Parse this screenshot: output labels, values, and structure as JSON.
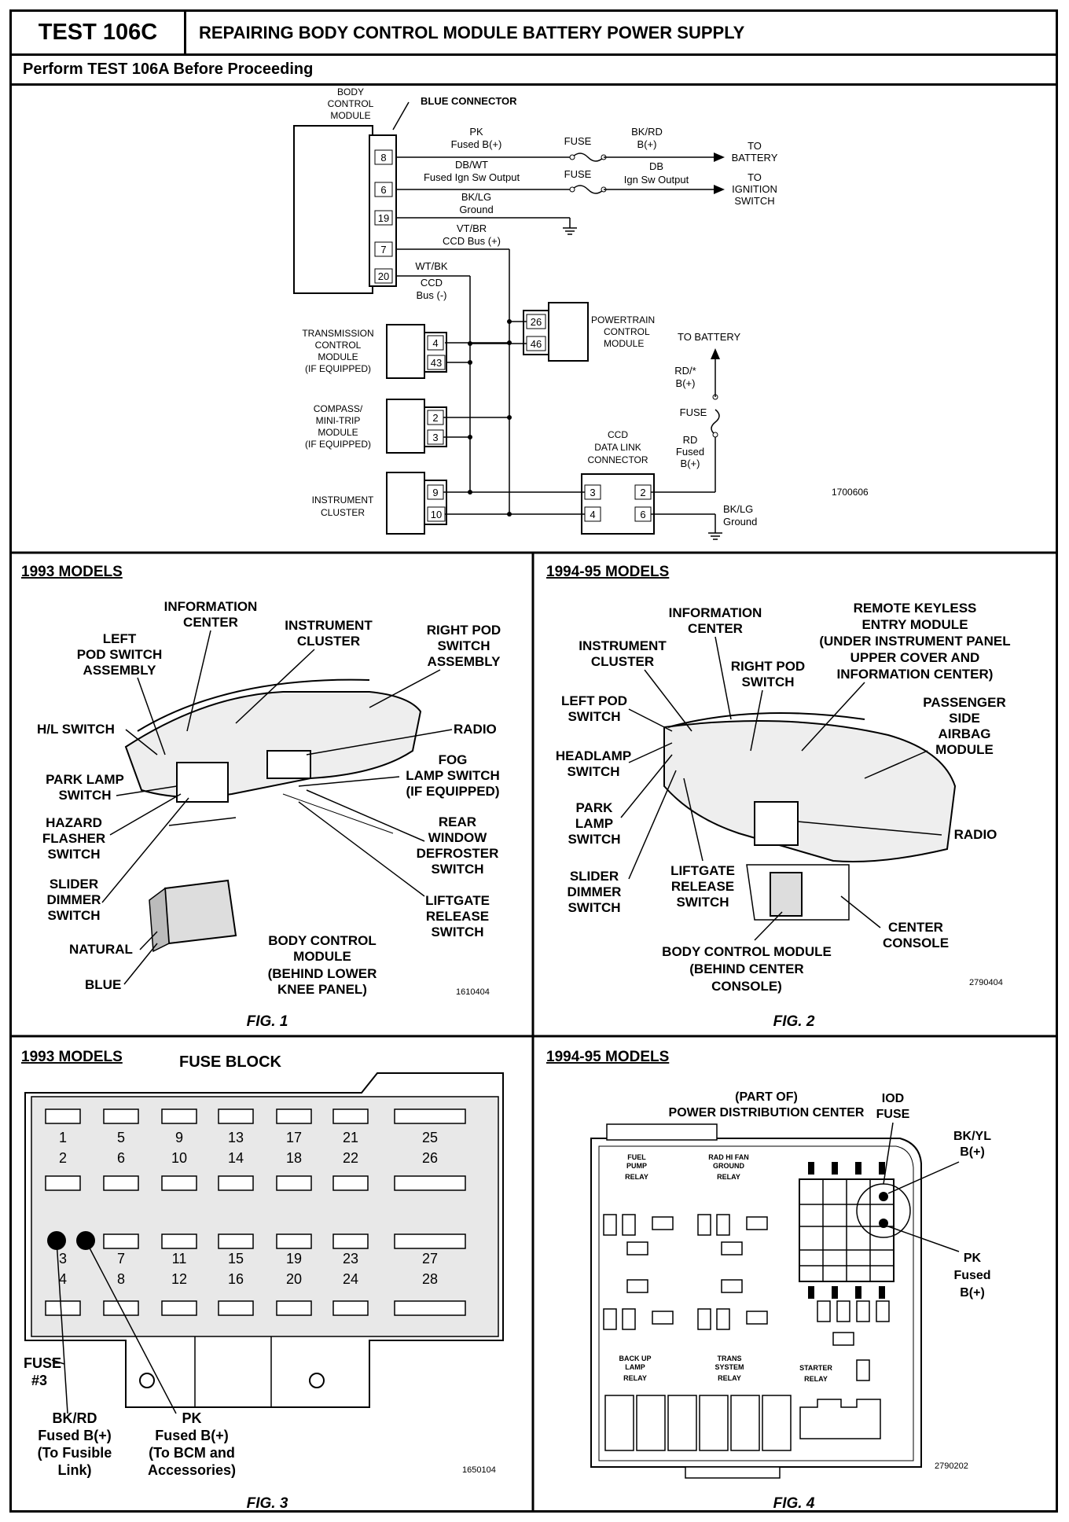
{
  "header": {
    "test_id": "TEST 106C",
    "title": "REPAIRING BODY CONTROL MODULE BATTERY POWER SUPPLY",
    "prerequisite": "Perform TEST 106A Before Proceeding"
  },
  "schematic": {
    "bcm_label": [
      "BODY",
      "CONTROL",
      "MODULE"
    ],
    "blue_connector": "BLUE CONNECTOR",
    "pins": {
      "p8": "8",
      "p6": "6",
      "p19": "19",
      "p7": "7",
      "p20": "20"
    },
    "wires": {
      "pk": [
        "PK",
        "Fused B(+)"
      ],
      "dbwt": [
        "DB/WT",
        "Fused Ign Sw Output"
      ],
      "bklg": [
        "BK/LG",
        "Ground"
      ],
      "vtbr": [
        "VT/BR",
        "CCD Bus (+)"
      ],
      "wtbk": [
        "WT/BK",
        "CCD",
        "Bus (-)"
      ],
      "bkrd": [
        "BK/RD",
        "B(+)"
      ],
      "db": [
        "DB",
        "Ign Sw Output"
      ]
    },
    "fuse1": "FUSE",
    "fuse2": "FUSE",
    "to_battery": [
      "TO",
      "BATTERY"
    ],
    "to_ignition": [
      "TO",
      "IGNITION",
      "SWITCH"
    ],
    "pcm": {
      "label": [
        "POWERTRAIN",
        "CONTROL",
        "MODULE"
      ],
      "pins": [
        "26",
        "46"
      ]
    },
    "tcm": {
      "label": [
        "TRANSMISSION",
        "CONTROL",
        "MODULE",
        "(IF EQUIPPED)"
      ],
      "pins": [
        "4",
        "43"
      ]
    },
    "compass": {
      "label": [
        "COMPASS/",
        "MINI-TRIP",
        "MODULE",
        "(IF EQUIPPED)"
      ],
      "pins": [
        "2",
        "3"
      ]
    },
    "cluster": {
      "label": [
        "INSTRUMENT",
        "CLUSTER"
      ],
      "pins": [
        "9",
        "10"
      ]
    },
    "dlc": {
      "label": [
        "CCD",
        "DATA LINK",
        "CONNECTOR"
      ],
      "pins": [
        "3",
        "2",
        "4",
        "6"
      ]
    },
    "to_battery2": "TO BATTERY",
    "rd_wire": [
      "RD/*",
      "B(+)"
    ],
    "fuse3": "FUSE",
    "rd_fused": [
      "RD",
      "Fused",
      "B(+)"
    ],
    "bklg2": [
      "BK/LG",
      "Ground"
    ],
    "ref": "1700606"
  },
  "fig1": {
    "heading": "1993 MODELS",
    "caption": "FIG. 1",
    "ref": "1610404",
    "labels": {
      "info_center": [
        "INFORMATION",
        "CENTER"
      ],
      "left_pod": [
        "LEFT",
        "POD SWITCH",
        "ASSEMBLY"
      ],
      "inst_cluster": [
        "INSTRUMENT",
        "CLUSTER"
      ],
      "right_pod": [
        "RIGHT POD",
        "SWITCH",
        "ASSEMBLY"
      ],
      "hl_switch": "H/L SWITCH",
      "radio": "RADIO",
      "park_lamp": [
        "PARK LAMP",
        "SWITCH"
      ],
      "fog_lamp": [
        "FOG",
        "LAMP SWITCH",
        "(IF EQUIPPED)"
      ],
      "hazard": [
        "HAZARD",
        "FLASHER",
        "SWITCH"
      ],
      "rear_window": [
        "REAR",
        "WINDOW",
        "DEFROSTER",
        "SWITCH"
      ],
      "slider": [
        "SLIDER",
        "DIMMER",
        "SWITCH"
      ],
      "liftgate": [
        "LIFTGATE",
        "RELEASE",
        "SWITCH"
      ],
      "natural": "NATURAL",
      "blue": "BLUE",
      "bcm": [
        "BODY CONTROL",
        "MODULE",
        "(BEHIND LOWER",
        "KNEE PANEL)"
      ]
    }
  },
  "fig2": {
    "heading": "1994-95 MODELS",
    "caption": "FIG. 2",
    "ref": "2790404",
    "labels": {
      "info_center": [
        "INFORMATION",
        "CENTER"
      ],
      "remote_keyless": [
        "REMOTE KEYLESS",
        "ENTRY MODULE",
        "(UNDER INSTRUMENT PANEL",
        "UPPER COVER AND",
        "INFORMATION CENTER)"
      ],
      "inst_cluster": [
        "INSTRUMENT",
        "CLUSTER"
      ],
      "right_pod": [
        "RIGHT POD",
        "SWITCH"
      ],
      "left_pod": [
        "LEFT POD",
        "SWITCH"
      ],
      "passenger_airbag": [
        "PASSENGER",
        "SIDE",
        "AIRBAG",
        "MODULE"
      ],
      "headlamp": [
        "HEADLAMP",
        "SWITCH"
      ],
      "park_lamp": [
        "PARK",
        "LAMP",
        "SWITCH"
      ],
      "radio": "RADIO",
      "liftgate": [
        "LIFTGATE",
        "RELEASE",
        "SWITCH"
      ],
      "slider": [
        "SLIDER",
        "DIMMER",
        "SWITCH"
      ],
      "center_console": [
        "CENTER",
        "CONSOLE"
      ],
      "bcm": [
        "BODY CONTROL MODULE",
        "(BEHIND CENTER",
        "CONSOLE)"
      ]
    }
  },
  "fig3": {
    "heading": "1993 MODELS",
    "subheading": "FUSE BLOCK",
    "caption": "FIG. 3",
    "ref": "1650104",
    "row_labels_1": [
      "1",
      "5",
      "9",
      "13",
      "17",
      "21",
      "25"
    ],
    "row_labels_2": [
      "2",
      "6",
      "10",
      "14",
      "18",
      "22",
      "26"
    ],
    "row_labels_3": [
      "3",
      "7",
      "11",
      "15",
      "19",
      "23",
      "27"
    ],
    "row_labels_4": [
      "4",
      "8",
      "12",
      "16",
      "20",
      "24",
      "28"
    ],
    "fuse_label": [
      "FUSE",
      "#3"
    ],
    "bkrd": [
      "BK/RD",
      "Fused B(+)",
      "(To Fusible",
      "Link)"
    ],
    "pk": [
      "PK",
      "Fused B(+)",
      "(To BCM and",
      "Accessories)"
    ]
  },
  "fig4": {
    "heading": "1994-95 MODELS",
    "caption": "FIG. 4",
    "ref": "2790202",
    "part_of": [
      "(PART OF)",
      "POWER DISTRIBUTION CENTER"
    ],
    "iod_fuse": [
      "IOD",
      "FUSE"
    ],
    "bkyl": [
      "BK/YL",
      "B(+)"
    ],
    "pk": [
      "PK",
      "Fused",
      "B(+)"
    ],
    "relays": {
      "fuel_pump": [
        "FUEL",
        "PUMP",
        "RELAY"
      ],
      "rad_fan": [
        "RAD HI FAN",
        "GROUND",
        "RELAY"
      ],
      "backup": [
        "BACK UP",
        "LAMP",
        "RELAY"
      ],
      "trans": [
        "TRANS",
        "SYSTEM",
        "RELAY"
      ],
      "starter": [
        "STARTER",
        "RELAY"
      ]
    }
  }
}
